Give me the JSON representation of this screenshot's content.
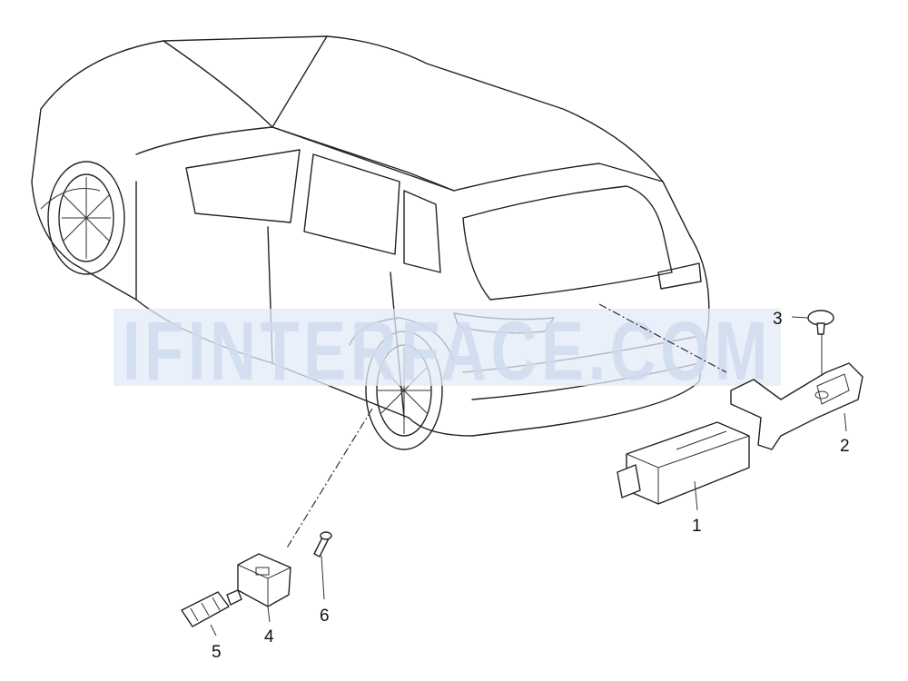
{
  "diagram": {
    "watermark": "IFINTERFACE.COM",
    "callouts": [
      "1",
      "2",
      "3",
      "4",
      "5",
      "6"
    ]
  },
  "colors": {
    "line": "#222222",
    "watermark": "#cfdcef"
  }
}
